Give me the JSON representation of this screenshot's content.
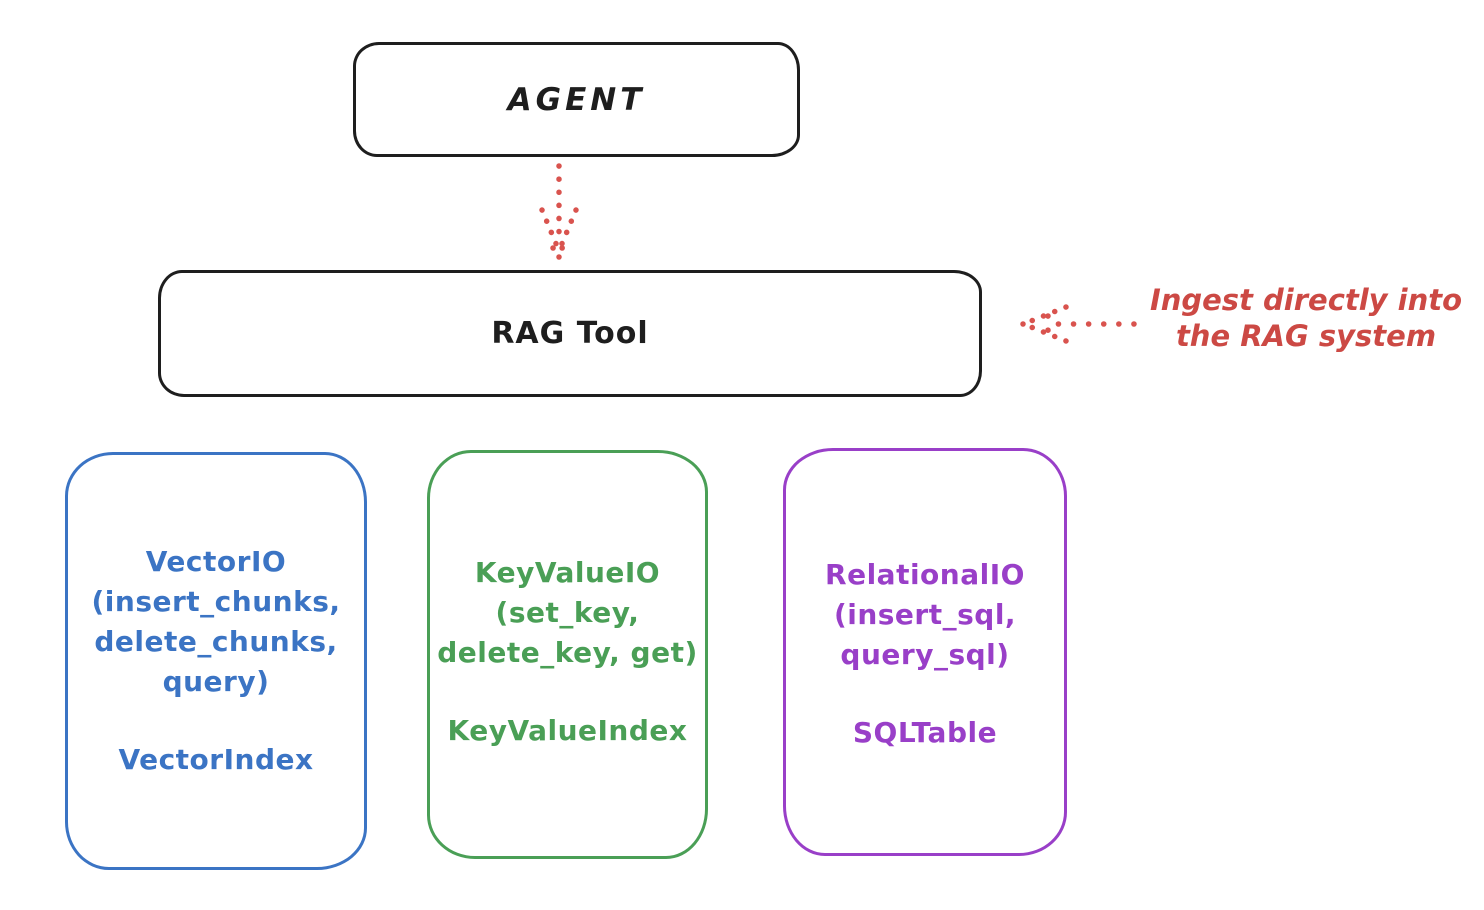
{
  "diagram": {
    "title_hint": "RAG Tool architecture sketch",
    "agent": {
      "label": "AGENT"
    },
    "rag_tool": {
      "label": "RAG Tool"
    },
    "annotation": {
      "line1": "Ingest directly into",
      "line2": "the RAG system",
      "color": "#cc4944"
    },
    "arrows": [
      {
        "name": "agent-to-rag-tool",
        "style": "dotted",
        "direction": "down",
        "color": "#d9534e"
      },
      {
        "name": "annotation-to-rag-tool",
        "style": "dotted",
        "direction": "left",
        "color": "#d9534e"
      }
    ],
    "backends": [
      {
        "name": "vector-io",
        "color": "#3b74c4",
        "lines": [
          "VectorIO",
          "(insert_chunks,",
          "delete_chunks,",
          "query)"
        ],
        "index_label": "VectorIndex"
      },
      {
        "name": "keyvalue-io",
        "color": "#4a9f56",
        "lines": [
          "KeyValueIO",
          "(set_key,",
          "delete_key, get)"
        ],
        "index_label": "KeyValueIndex"
      },
      {
        "name": "relational-io",
        "color": "#993fc8",
        "lines": [
          "RelationalIO",
          "(insert_sql,",
          "query_sql)"
        ],
        "index_label": "SQLTable"
      }
    ],
    "colors": {
      "outline_black": "#1e1e1e",
      "background": "#ffffff",
      "red": "#cc4944",
      "blue": "#3b74c4",
      "green": "#4a9f56",
      "purple": "#993fc8"
    }
  }
}
